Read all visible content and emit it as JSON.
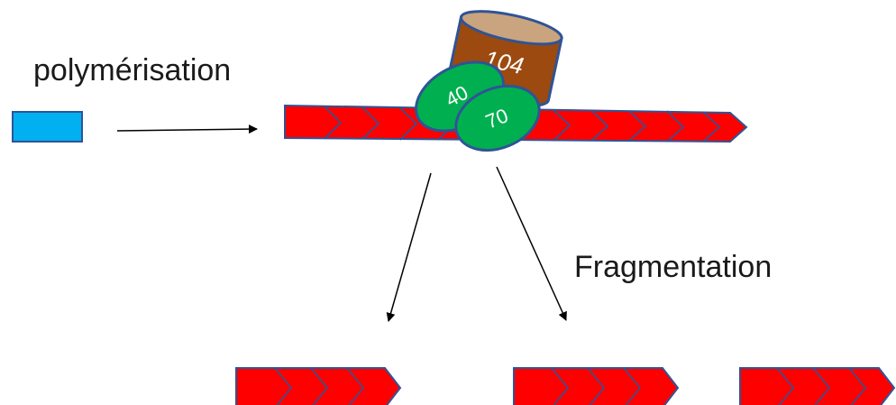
{
  "labels": {
    "polymerisation": "polymérisation",
    "fragmentation": "Fragmentation"
  },
  "proteins": {
    "hsp104": "104",
    "hsp40": "40",
    "hsp70": "70"
  },
  "colors": {
    "monomer": "#00b0f0",
    "fibril": "#ff0000",
    "hsp104": "#9c4a0f",
    "hsp104_top": "#c9a47e",
    "chaperone": "#00b050",
    "outline": "#2f5496"
  }
}
